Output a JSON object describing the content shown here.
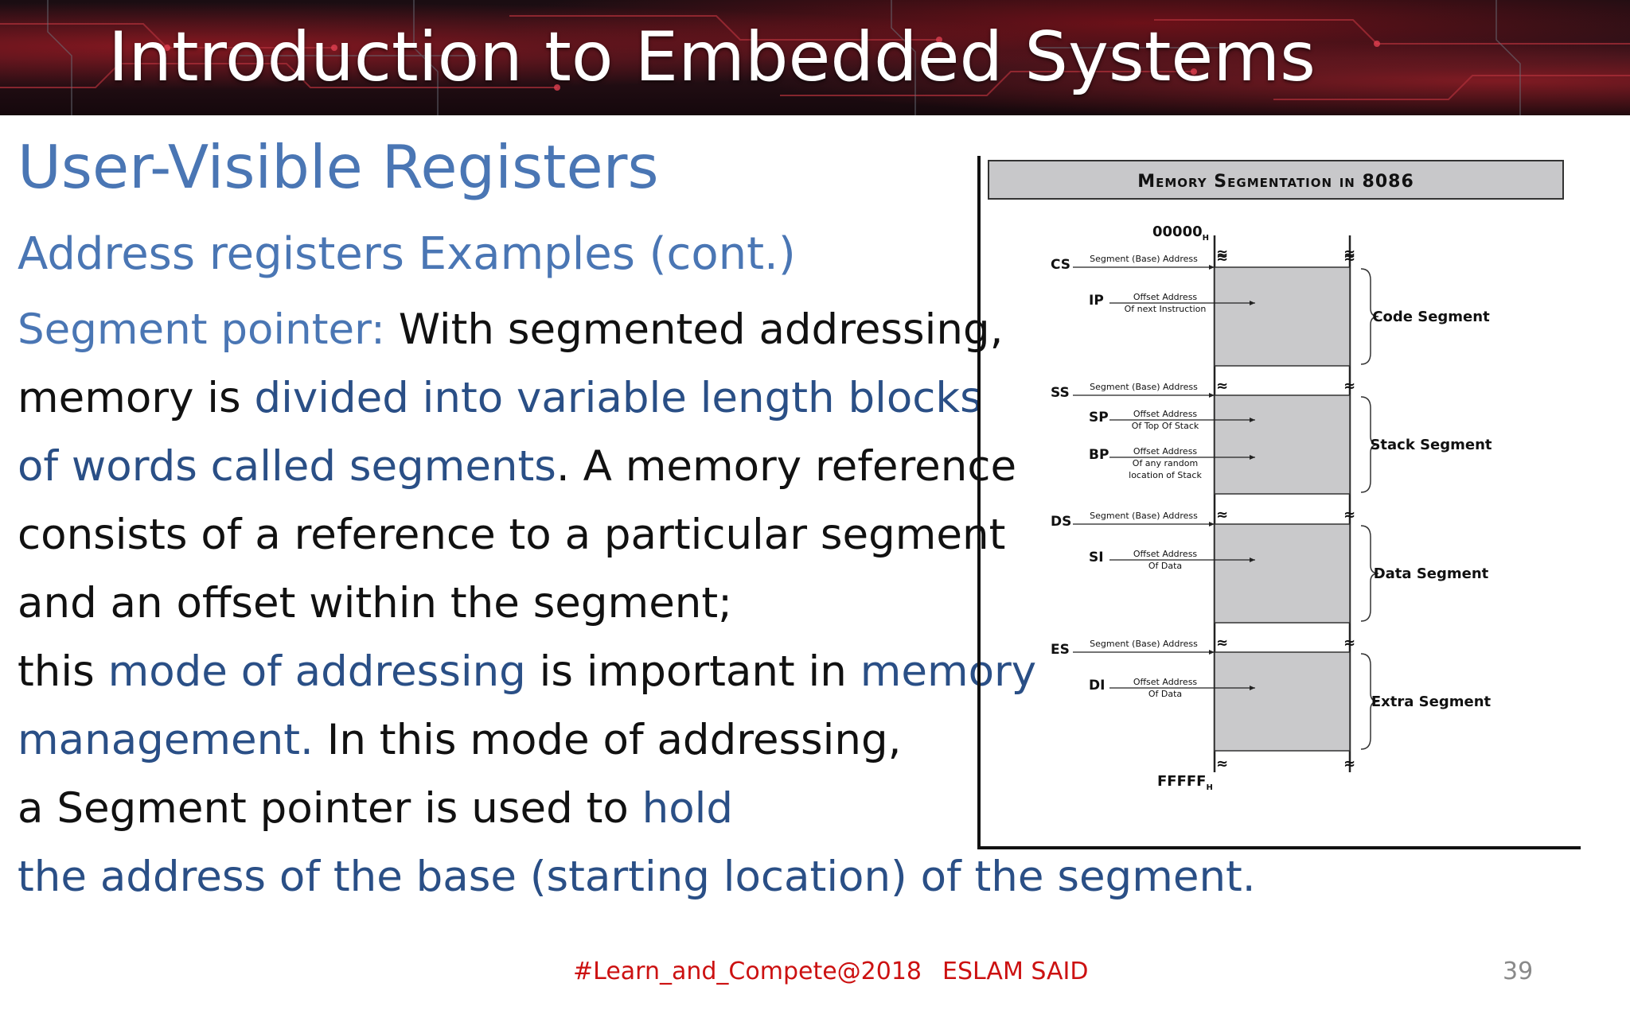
{
  "slide": {
    "title": "Introduction to Embedded Systems",
    "section_title": "User-Visible Registers",
    "subsection_title": "Address registers Examples (cont.)",
    "body": {
      "l1_a": "Segment pointer: ",
      "l1_b": "With segmented addressing,",
      "l2_a": "memory is ",
      "l2_b": "divided into variable length blocks",
      "l3_a": "of words called segments",
      "l3_b": ".  A memory reference",
      "l4": " consists of a reference  to a particular segment",
      "l5": "and an offset within the segment;",
      "l6_a": "this ",
      "l6_b": "mode of addressing",
      "l6_c": " is important in ",
      "l6_d": "memory",
      "l7_a": " management.",
      "l7_b": " In this mode of addressing,",
      "l8_a": "a Segment pointer is used to ",
      "l8_b": "hold",
      "l9": "the address of the base (starting location) of the segment."
    }
  },
  "figure": {
    "title": "Memory Segmentation in 8086",
    "top_address": "00000",
    "bottom_address": "FFFFF",
    "hex_suffix": "H",
    "break_mark": "≈",
    "segments": [
      {
        "name": "Code Segment",
        "segment_register": "CS",
        "segment_label": "Segment (Base) Address",
        "offsets": [
          {
            "register": "IP",
            "label_1": "Offset Address",
            "label_2": "Of next Instruction",
            "label_3": ""
          }
        ]
      },
      {
        "name": "Stack Segment",
        "segment_register": "SS",
        "segment_label": "Segment (Base) Address",
        "offsets": [
          {
            "register": "SP",
            "label_1": "Offset Address",
            "label_2": "Of Top Of Stack",
            "label_3": ""
          },
          {
            "register": "BP",
            "label_1": "Offset Address",
            "label_2": "Of any random",
            "label_3": "location of Stack"
          }
        ]
      },
      {
        "name": "Data Segment",
        "segment_register": "DS",
        "segment_label": "Segment (Base) Address",
        "offsets": [
          {
            "register": "SI",
            "label_1": "Offset Address",
            "label_2": "Of Data",
            "label_3": ""
          }
        ]
      },
      {
        "name": "Extra Segment",
        "segment_register": "ES",
        "segment_label": "Segment (Base) Address",
        "offsets": [
          {
            "register": "DI",
            "label_1": "Offset Address",
            "label_2": "Of Data",
            "label_3": ""
          }
        ]
      }
    ]
  },
  "footer": {
    "hashtag": "#Learn_and_Compete@2018",
    "author": "ESLAM SAID",
    "page_number": "39"
  },
  "colors": {
    "title_text": "#ffffff",
    "heading_blue": "#4a76b4",
    "highlight_blue": "#2a4f86",
    "body_text": "#111111",
    "footer_red": "#cc1111",
    "segment_fill": "#c9c9cb"
  }
}
